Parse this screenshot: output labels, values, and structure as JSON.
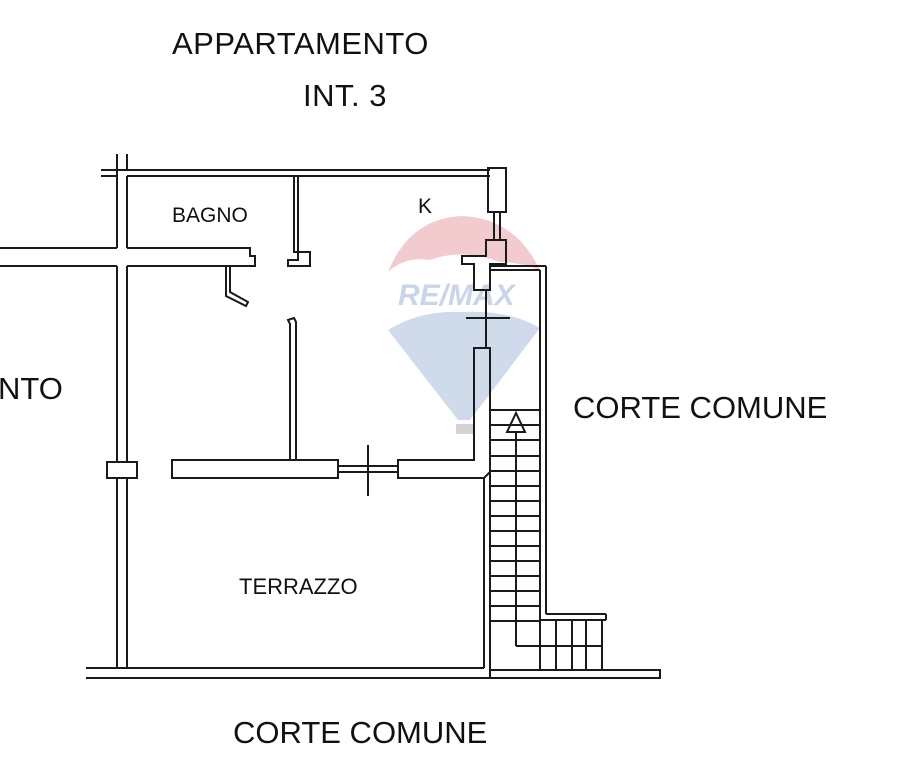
{
  "drawing": {
    "title_line1": "APPARTAMENTO",
    "title_line2": "INT. 3",
    "rooms": {
      "bagno": "BAGNO",
      "kitchen": "K",
      "terrace": "TERRAZZO"
    },
    "neighbor_partial_label": "NTO",
    "external_labels": {
      "right": "CORTE COMUNE",
      "bottom": "CORTE COMUNE"
    },
    "watermark": {
      "text": "RE/MAX",
      "top_color": "#e8a0a8",
      "bottom_color": "#a8bcdc",
      "text_color": "#9fb3d6"
    },
    "line_color": "#1a1a1a",
    "stairs": {
      "direction_arrow": "up-arrow",
      "main_flight_steps": 14,
      "lower_flight_steps": 4
    }
  }
}
